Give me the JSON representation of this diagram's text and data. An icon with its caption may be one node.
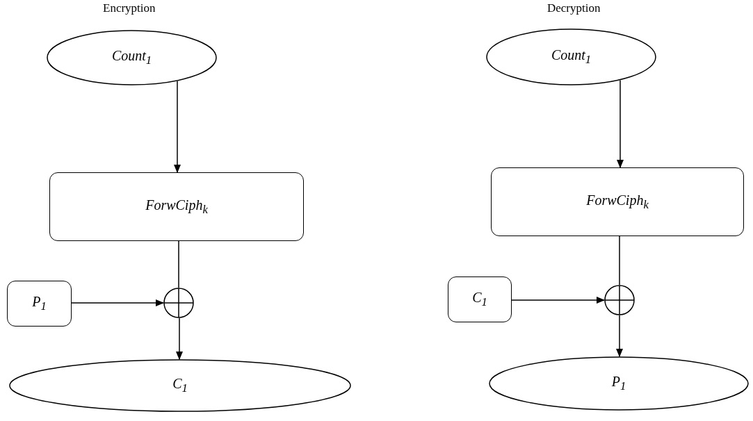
{
  "diagram": {
    "nodes": [
      {
        "text": [
          "Count$_{1}$"
        ]
      },
      {
        "text": [
          "ForwCiph$_{k}$"
        ]
      },
      {
        "text": [
          "P$_{1}$"
        ]
      },
      {
        "text": [],
        "shape": "circle"
      },
      {
        "text": [
          "C$_{1}$"
        ]
      },
      {
        "text": [
          "Count$_{1}$"
        ]
      },
      {
        "text": [
          "ForwCiph$_{k}$"
        ]
      },
      {
        "text": [
          "C$_{1}$"
        ]
      },
      {
        "text": [],
        "shape": "circle"
      },
      {
        "text": [
          "P$_{1}$"
        ]
      }
    ],
    "edges": [
      {
        "from": 0,
        "to": 1,
        "arrow": "to"
      },
      {
        "from": 1,
        "to": 3,
        "arrow": "none"
      },
      {
        "from": 2,
        "to": 3,
        "arrow": "to"
      },
      {
        "from": 3,
        "to": 4,
        "arrow": "to"
      },
      {
        "from": 5,
        "to": 6,
        "arrow": "to"
      },
      {
        "from": 6,
        "to": 8,
        "arrow": "none"
      },
      {
        "from": 7,
        "to": 8,
        "arrow": "to"
      },
      {
        "from": 8,
        "to": 9,
        "arrow": "to"
      }
    ],
    "labels": [
      "Encryption",
      "Decryption"
    ]
  }
}
